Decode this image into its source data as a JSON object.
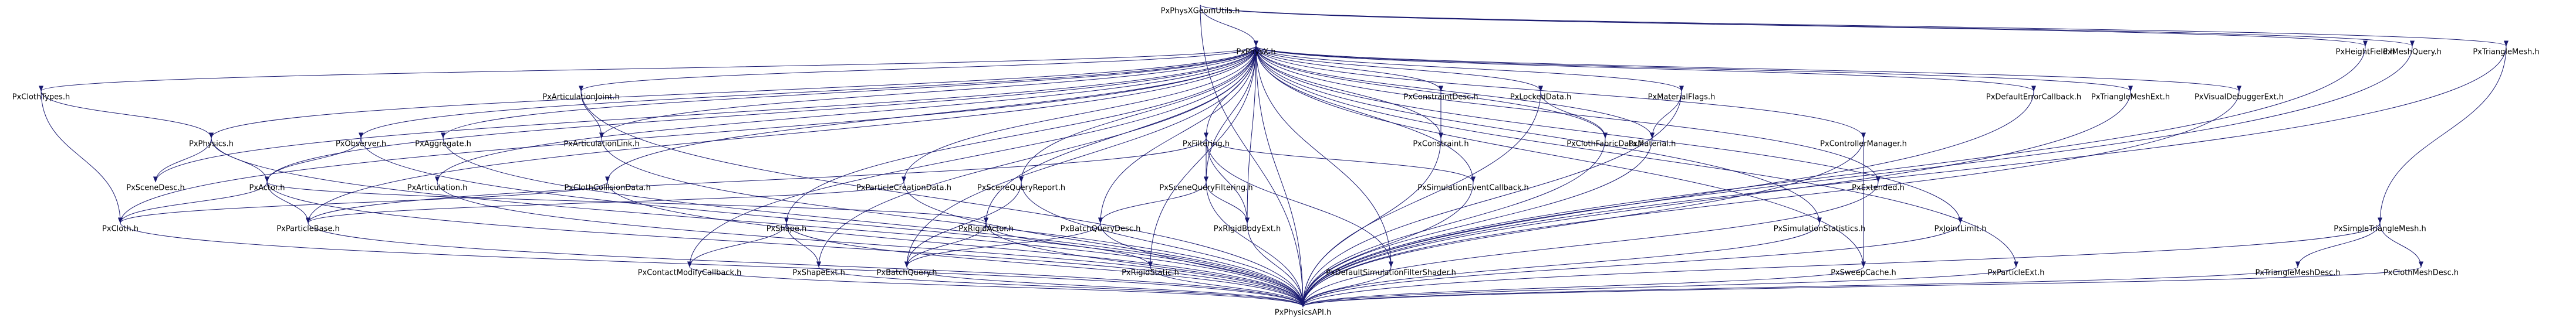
{
  "diagram": {
    "nodes": [
      {
        "id": "root",
        "label": "PxPhysXGeomUtils.h",
        "style": "root"
      },
      {
        "id": "physx",
        "label": "PxPhysX.h",
        "style": "normal"
      },
      {
        "id": "hf",
        "label": "PxHeightField.h",
        "style": "normal"
      },
      {
        "id": "mq",
        "label": "PxMeshQuery.h",
        "style": "normal"
      },
      {
        "id": "tm",
        "label": "PxTriangleMesh.h",
        "style": "normal"
      },
      {
        "id": "clothTypes",
        "label": "PxClothTypes.h",
        "style": "normal"
      },
      {
        "id": "physics",
        "label": "PxPhysics.h",
        "style": "normal"
      },
      {
        "id": "observer",
        "label": "PxObserver.h",
        "style": "normal"
      },
      {
        "id": "aggregate",
        "label": "PxAggregate.h",
        "style": "normal"
      },
      {
        "id": "artJoint",
        "label": "PxArticulationJoint.h",
        "style": "normal"
      },
      {
        "id": "artLink",
        "label": "PxArticulationLink.h",
        "style": "normal"
      },
      {
        "id": "sceneDesc",
        "label": "PxSceneDesc.h",
        "style": "red"
      },
      {
        "id": "actor",
        "label": "PxActor.h",
        "style": "normal"
      },
      {
        "id": "art",
        "label": "PxArticulation.h",
        "style": "normal"
      },
      {
        "id": "clothColl",
        "label": "PxClothCollisionData.h",
        "style": "normal"
      },
      {
        "id": "partBase",
        "label": "PxParticleBase.h",
        "style": "red"
      },
      {
        "id": "cloth",
        "label": "PxCloth.h",
        "style": "normal"
      },
      {
        "id": "partCreate",
        "label": "PxParticleCreationData.h",
        "style": "normal"
      },
      {
        "id": "sqReport",
        "label": "PxSceneQueryReport.h",
        "style": "red"
      },
      {
        "id": "filtering",
        "label": "PxFiltering.h",
        "style": "normal"
      },
      {
        "id": "sqFilter",
        "label": "PxSceneQueryFiltering.h",
        "style": "red"
      },
      {
        "id": "shape",
        "label": "PxShape.h",
        "style": "normal"
      },
      {
        "id": "contactMod",
        "label": "PxContactModifyCallback.h",
        "style": "normal"
      },
      {
        "id": "shapeExt",
        "label": "PxShapeExt.h",
        "style": "red"
      },
      {
        "id": "batchQ",
        "label": "PxBatchQuery.h",
        "style": "normal"
      },
      {
        "id": "rigidActor",
        "label": "PxRigidActor.h",
        "style": "red"
      },
      {
        "id": "batchQD",
        "label": "PxBatchQueryDesc.h",
        "style": "normal"
      },
      {
        "id": "rigidBodyExt",
        "label": "PxRigidBodyExt.h",
        "style": "red"
      },
      {
        "id": "rigidStatic",
        "label": "PxRigidStatic.h",
        "style": "normal"
      },
      {
        "id": "constrDesc",
        "label": "PxConstraintDesc.h",
        "style": "red"
      },
      {
        "id": "constraint",
        "label": "PxConstraint.h",
        "style": "red"
      },
      {
        "id": "simEvent",
        "label": "PxSimulationEventCallback.h",
        "style": "normal"
      },
      {
        "id": "defSimFilter",
        "label": "PxDefaultSimulationFilterShader.h",
        "style": "red"
      },
      {
        "id": "lockedData",
        "label": "PxLockedData.h",
        "style": "red"
      },
      {
        "id": "clothFab",
        "label": "PxClothFabricData.h",
        "style": "normal"
      },
      {
        "id": "matFlags",
        "label": "PxMaterialFlags.h",
        "style": "normal"
      },
      {
        "id": "material",
        "label": "PxMaterial.h",
        "style": "normal"
      },
      {
        "id": "simStats",
        "label": "PxSimulationStatistics.h",
        "style": "red"
      },
      {
        "id": "ctrlMgr",
        "label": "PxControllerManager.h",
        "style": "normal"
      },
      {
        "id": "sweepCache",
        "label": "PxSweepCache.h",
        "style": "normal"
      },
      {
        "id": "extended",
        "label": "PxExtended.h",
        "style": "red"
      },
      {
        "id": "jointLimit",
        "label": "PxJointLimit.h",
        "style": "red"
      },
      {
        "id": "defErr",
        "label": "PxDefaultErrorCallback.h",
        "style": "red"
      },
      {
        "id": "tmExt",
        "label": "PxTriangleMeshExt.h",
        "style": "red"
      },
      {
        "id": "visDbg",
        "label": "PxVisualDebuggerExt.h",
        "style": "red"
      },
      {
        "id": "partExt",
        "label": "PxParticleExt.h",
        "style": "red"
      },
      {
        "id": "simpleTM",
        "label": "PxSimpleTriangleMesh.h",
        "style": "normal"
      },
      {
        "id": "tmDesc",
        "label": "PxTriangleMeshDesc.h",
        "style": "red"
      },
      {
        "id": "clothMeshDesc",
        "label": "PxClothMeshDesc.h",
        "style": "red"
      },
      {
        "id": "api",
        "label": "PxPhysicsAPI.h",
        "style": "normal"
      }
    ],
    "edges": [
      [
        "root",
        "physx"
      ],
      [
        "root",
        "hf"
      ],
      [
        "root",
        "mq"
      ],
      [
        "root",
        "tm"
      ],
      [
        "root",
        "api"
      ],
      [
        "physx",
        "api"
      ],
      [
        "physx",
        "clothTypes"
      ],
      [
        "physx",
        "physics"
      ],
      [
        "physx",
        "observer"
      ],
      [
        "physx",
        "aggregate"
      ],
      [
        "physx",
        "artJoint"
      ],
      [
        "physx",
        "artLink"
      ],
      [
        "physx",
        "sceneDesc"
      ],
      [
        "physx",
        "actor"
      ],
      [
        "physx",
        "art"
      ],
      [
        "physx",
        "clothColl"
      ],
      [
        "physx",
        "partBase"
      ],
      [
        "physx",
        "cloth"
      ],
      [
        "physx",
        "partCreate"
      ],
      [
        "physx",
        "sqReport"
      ],
      [
        "physx",
        "filtering"
      ],
      [
        "physx",
        "sqFilter"
      ],
      [
        "physx",
        "shape"
      ],
      [
        "physx",
        "shapeExt"
      ],
      [
        "physx",
        "batchQ"
      ],
      [
        "physx",
        "rigidActor"
      ],
      [
        "physx",
        "batchQD"
      ],
      [
        "physx",
        "rigidBodyExt"
      ],
      [
        "physx",
        "rigidStatic"
      ],
      [
        "physx",
        "constrDesc"
      ],
      [
        "physx",
        "constraint"
      ],
      [
        "physx",
        "simEvent"
      ],
      [
        "physx",
        "defSimFilter"
      ],
      [
        "physx",
        "lockedData"
      ],
      [
        "physx",
        "clothFab"
      ],
      [
        "physx",
        "matFlags"
      ],
      [
        "physx",
        "material"
      ],
      [
        "physx",
        "simStats"
      ],
      [
        "physx",
        "ctrlMgr"
      ],
      [
        "physx",
        "sweepCache"
      ],
      [
        "physx",
        "extended"
      ],
      [
        "physx",
        "jointLimit"
      ],
      [
        "physx",
        "defErr"
      ],
      [
        "physx",
        "tmExt"
      ],
      [
        "physx",
        "visDbg"
      ],
      [
        "physx",
        "partExt"
      ],
      [
        "physx",
        "contactMod"
      ],
      [
        "clothTypes",
        "physics"
      ],
      [
        "clothTypes",
        "cloth"
      ],
      [
        "physics",
        "sceneDesc"
      ],
      [
        "physics",
        "actor"
      ],
      [
        "physics",
        "api"
      ],
      [
        "observer",
        "actor"
      ],
      [
        "observer",
        "api"
      ],
      [
        "aggregate",
        "api"
      ],
      [
        "artJoint",
        "artLink"
      ],
      [
        "artJoint",
        "api"
      ],
      [
        "artLink",
        "api"
      ],
      [
        "actor",
        "partBase"
      ],
      [
        "actor",
        "cloth"
      ],
      [
        "actor",
        "rigidActor"
      ],
      [
        "actor",
        "api"
      ],
      [
        "art",
        "api"
      ],
      [
        "clothColl",
        "cloth"
      ],
      [
        "clothColl",
        "api"
      ],
      [
        "partBase",
        "api"
      ],
      [
        "partCreate",
        "partBase"
      ],
      [
        "partCreate",
        "api"
      ],
      [
        "sqReport",
        "batchQ"
      ],
      [
        "sqReport",
        "api"
      ],
      [
        "filtering",
        "sqFilter"
      ],
      [
        "filtering",
        "rigidBodyExt"
      ],
      [
        "filtering",
        "partBase"
      ],
      [
        "filtering",
        "defSimFilter"
      ],
      [
        "filtering",
        "simEvent"
      ],
      [
        "sqFilter",
        "batchQD"
      ],
      [
        "sqFilter",
        "rigidBodyExt"
      ],
      [
        "sqFilter",
        "api"
      ],
      [
        "shape",
        "contactMod"
      ],
      [
        "shape",
        "shapeExt"
      ],
      [
        "shape",
        "api"
      ],
      [
        "rigidActor",
        "rigidStatic"
      ],
      [
        "rigidActor",
        "batchQ"
      ],
      [
        "rigidActor",
        "api"
      ],
      [
        "batchQD",
        "batchQ"
      ],
      [
        "batchQD",
        "api"
      ],
      [
        "rigidBodyExt",
        "api"
      ],
      [
        "rigidStatic",
        "api"
      ],
      [
        "contactMod",
        "api"
      ],
      [
        "shapeExt",
        "api"
      ],
      [
        "batchQ",
        "api"
      ],
      [
        "constrDesc",
        "constraint"
      ],
      [
        "constraint",
        "api"
      ],
      [
        "simEvent",
        "api"
      ],
      [
        "defSimFilter",
        "api"
      ],
      [
        "lockedData",
        "clothFab"
      ],
      [
        "lockedData",
        "api"
      ],
      [
        "clothFab",
        "api"
      ],
      [
        "matFlags",
        "material"
      ],
      [
        "matFlags",
        "api"
      ],
      [
        "material",
        "api"
      ],
      [
        "simStats",
        "api"
      ],
      [
        "ctrlMgr",
        "sweepCache"
      ],
      [
        "ctrlMgr",
        "api"
      ],
      [
        "sweepCache",
        "api"
      ],
      [
        "extended",
        "api"
      ],
      [
        "jointLimit",
        "api"
      ],
      [
        "defErr",
        "api"
      ],
      [
        "tmExt",
        "api"
      ],
      [
        "visDbg",
        "api"
      ],
      [
        "partExt",
        "api"
      ],
      [
        "hf",
        "api"
      ],
      [
        "mq",
        "api"
      ],
      [
        "tm",
        "simpleTM"
      ],
      [
        "tm",
        "api"
      ],
      [
        "simpleTM",
        "tmDesc"
      ],
      [
        "simpleTM",
        "clothMeshDesc"
      ],
      [
        "simpleTM",
        "api"
      ],
      [
        "tmDesc",
        "api"
      ],
      [
        "clothMeshDesc",
        "api"
      ],
      [
        "cloth",
        "api"
      ]
    ]
  }
}
